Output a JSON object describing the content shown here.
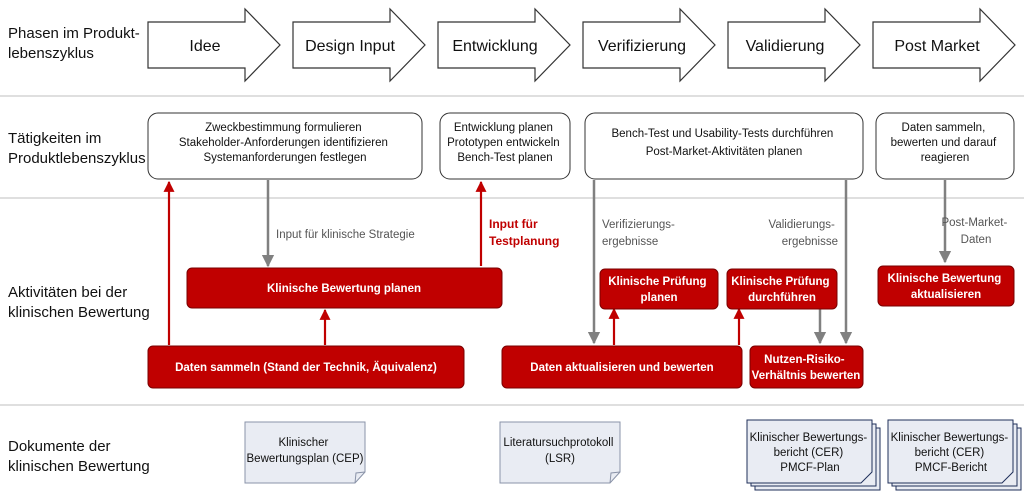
{
  "colors": {
    "red": "#c00000",
    "grey_arrow": "#808080",
    "doc_fill": "#e9ecf3"
  },
  "row_labels": [
    [
      "Phasen im Produkt-",
      "lebenszyklus"
    ],
    [
      "Tätigkeiten im",
      "Produktlebenszyklus"
    ],
    [
      "Aktivitäten bei der",
      "klinischen Bewertung"
    ],
    [
      "Dokumente der",
      "klinischen Bewertung"
    ]
  ],
  "phases": [
    "Idee",
    "Design Input",
    "Entwicklung",
    "Verifizierung",
    "Validierung",
    "Post Market"
  ],
  "activities": [
    [
      "Zweckbestimmung formulieren",
      "Stakeholder-Anforderungen identifizieren",
      "Systemanforderungen festlegen"
    ],
    [
      "Entwicklung planen",
      "Prototypen entwickeln",
      "Bench-Test planen"
    ],
    [
      "Bench-Test und Usability-Tests durchführen",
      "Post-Market-Aktivitäten planen"
    ],
    [
      "Daten sammeln,",
      "bewerten und darauf",
      "reagieren"
    ]
  ],
  "clinical": [
    [
      "Klinische Bewertung planen"
    ],
    [
      "Daten sammeln (Stand der Technik, Äquivalenz)"
    ],
    [
      "Klinische Prüfung",
      "planen"
    ],
    [
      "Klinische Prüfung",
      "durchführen"
    ],
    [
      "Daten aktualisieren und bewerten"
    ],
    [
      "Nutzen-Risiko-",
      "Verhältnis bewerten"
    ],
    [
      "Klinische Bewertung",
      "aktualisieren"
    ]
  ],
  "arrow_labels": {
    "input_strategy": [
      "Input für klinische Strategie"
    ],
    "input_test": [
      "Input für",
      "Testplanung"
    ],
    "verification": [
      "Verifizierungs-",
      "ergebnisse"
    ],
    "validation": [
      "Validierungs-",
      "ergebnisse"
    ],
    "postmarket": [
      "Post-Market-",
      "Daten"
    ]
  },
  "documents": [
    [
      "Klinischer",
      "Bewertungsplan (CEP)"
    ],
    [
      "Literatursuchprotokoll",
      "(LSR)"
    ],
    [
      "Klinischer Bewertungs-",
      "bericht (CER)",
      "PMCF-Plan"
    ],
    [
      "Klinischer Bewertungs-",
      "bericht (CER)",
      "PMCF-Bericht"
    ]
  ]
}
